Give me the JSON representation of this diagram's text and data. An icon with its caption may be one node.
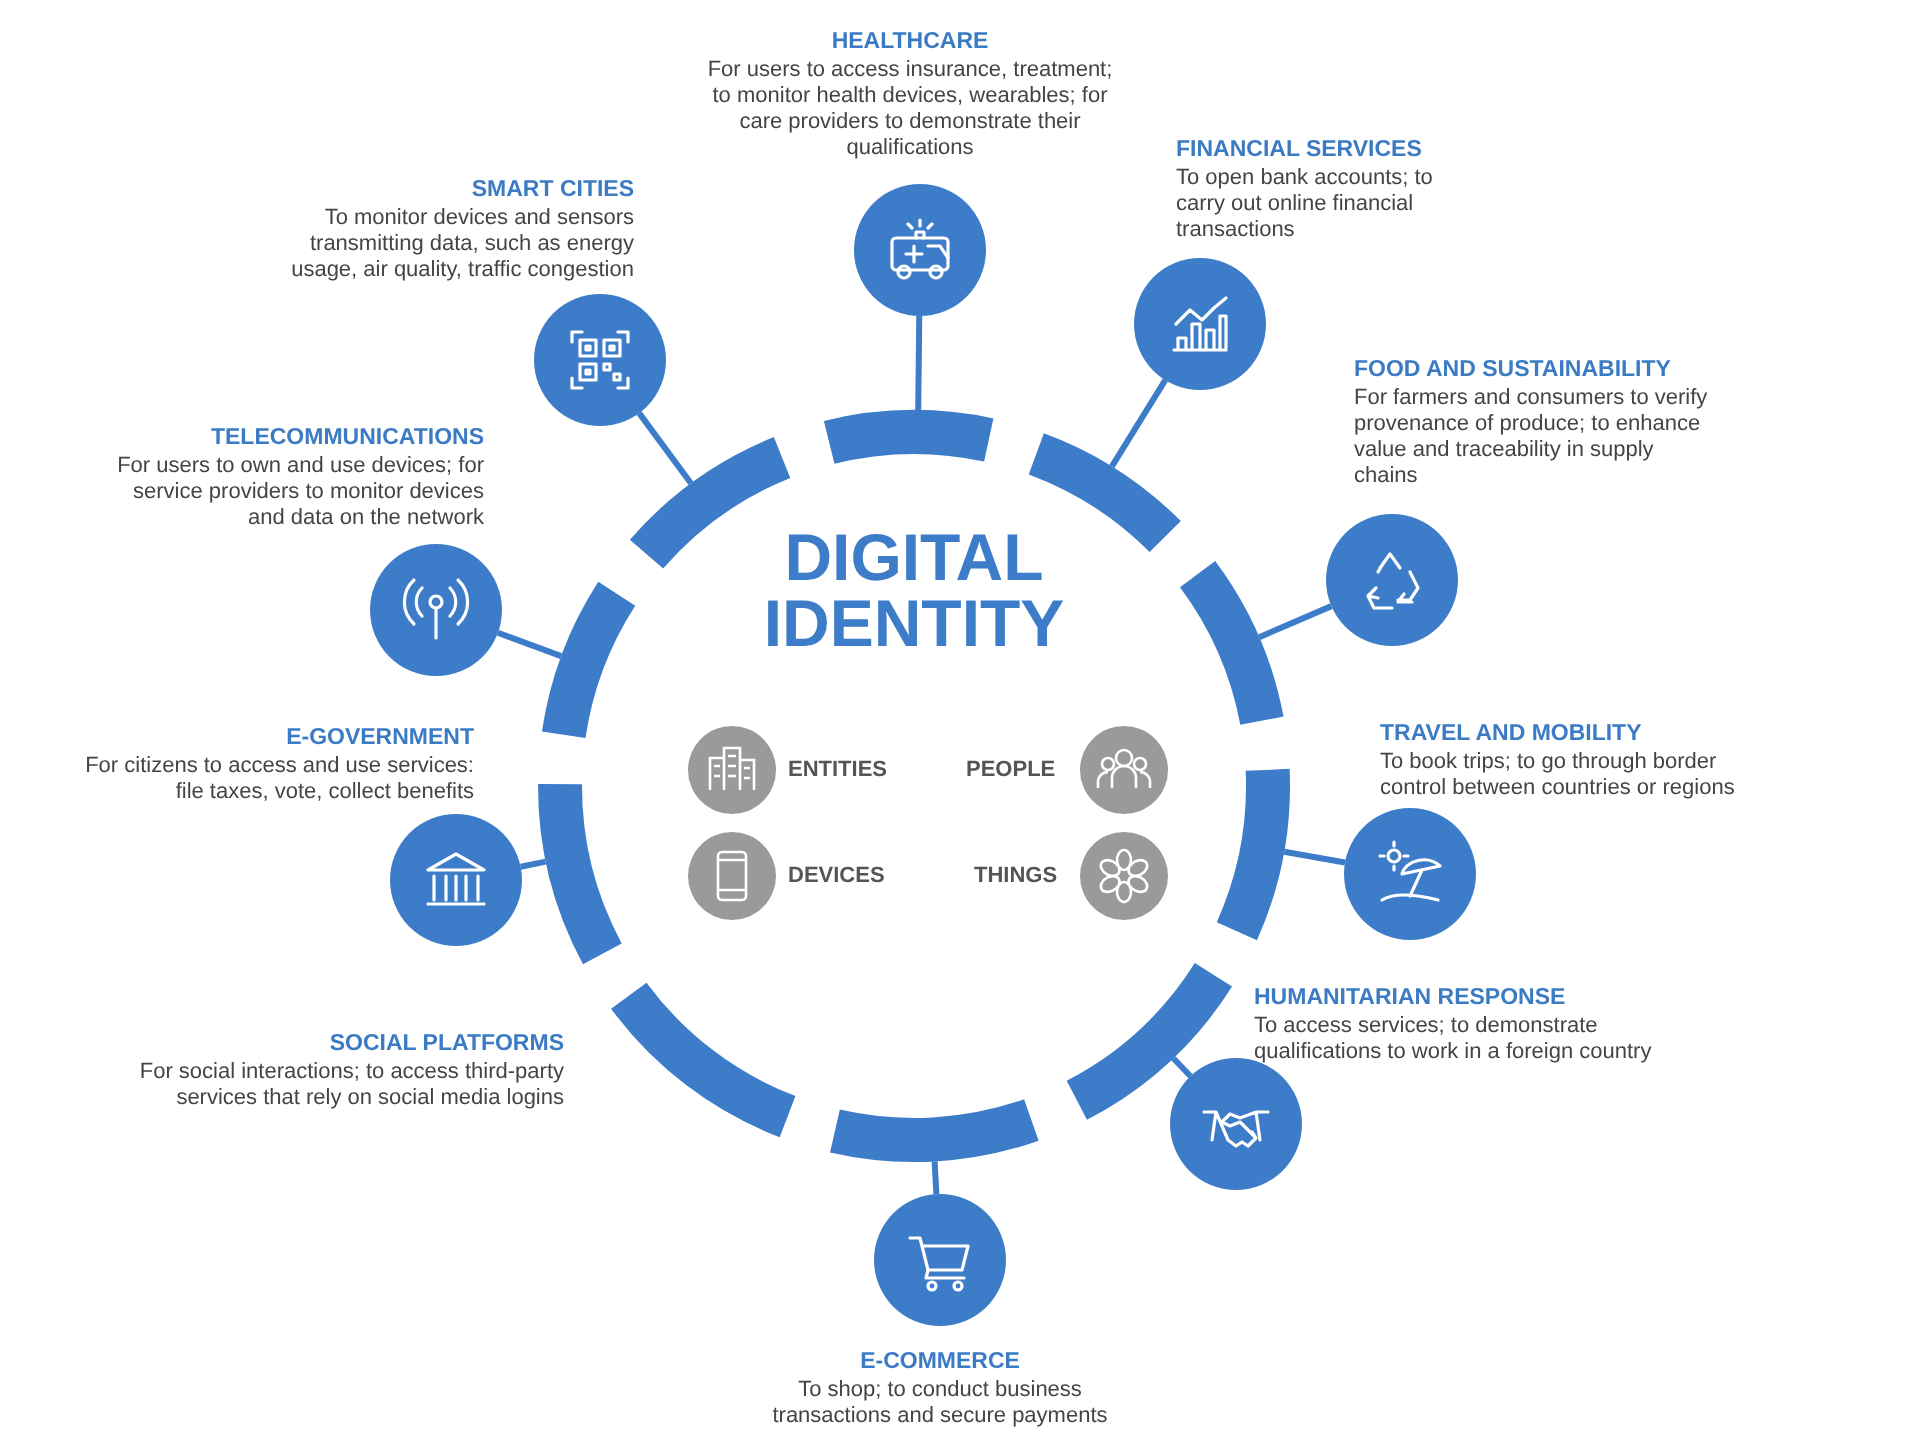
{
  "diagram": {
    "nodes": [
      {
        "text": [
          "DIGITAL IDENTITY"
        ]
      },
      {
        "text": [],
        "shape": "circle",
        "beside": [
          "HEALTHCARE",
          "For users to access insurance, treatment; to monitor health devices, wearables; for care providers to demonstrate their qualifications"
        ]
      },
      {
        "text": [],
        "shape": "circle",
        "beside": [
          "FINANCIAL SERVICES",
          "To open bank accounts; to carry out online financial transactions"
        ]
      },
      {
        "text": [],
        "shape": "circle",
        "beside": [
          "FOOD AND SUSTAINABILITY",
          "For farmers and consumers to verify provenance of produce; to enhance value and traceability in supply chains"
        ]
      },
      {
        "text": [],
        "shape": "circle",
        "beside": [
          "TRAVEL AND MOBILITY",
          "To book trips; to go through border control between countries or regions"
        ]
      },
      {
        "text": [],
        "shape": "circle",
        "beside": [
          "HUMANITARIAN RESPONSE",
          "To access services; to demonstrate qualifications to work in a foreign country"
        ]
      },
      {
        "text": [],
        "shape": "circle",
        "beside": [
          "E-COMMERCE",
          "To shop; to conduct business transactions and secure payments"
        ]
      },
      {
        "text": [],
        "shape": "circle",
        "beside": [
          "E-GOVERNMENT",
          "For citizens to access and use services: file taxes, vote, collect benefits"
        ]
      },
      {
        "text": [],
        "shape": "circle",
        "beside": [
          "TELECOMMUNICATIONS",
          "For users to own and use devices; for service providers to monitor devices and data on the network"
        ]
      },
      {
        "text": [],
        "shape": "circle",
        "beside": [
          "SMART CITIES",
          "To monitor devices and sensors transmitting data, such as energy usage, air quality, traffic congestion"
        ]
      },
      {
        "text": [],
        "shape": "bar"
      },
      {
        "text": [],
        "shape": "bar"
      },
      {
        "text": [],
        "shape": "bar"
      },
      {
        "text": [],
        "shape": "bar"
      },
      {
        "text": [],
        "shape": "bar"
      },
      {
        "text": [],
        "shape": "bar"
      },
      {
        "text": [],
        "shape": "bar"
      },
      {
        "text": [],
        "shape": "bar"
      },
      {
        "text": [],
        "shape": "bar"
      },
      {
        "text": [],
        "shape": "bar"
      }
    ],
    "edges": [
      {
        "from": 1,
        "to": 10,
        "arrow": "none"
      },
      {
        "from": 2,
        "to": 11,
        "arrow": "none"
      },
      {
        "from": 3,
        "to": 12,
        "arrow": "none"
      },
      {
        "from": 4,
        "to": 13,
        "arrow": "none"
      },
      {
        "from": 5,
        "to": 14,
        "arrow": "none"
      },
      {
        "from": 6,
        "to": 15,
        "arrow": "none"
      },
      {
        "from": 7,
        "to": 17,
        "arrow": "none"
      },
      {
        "from": 8,
        "to": 18,
        "arrow": "none"
      },
      {
        "from": 9,
        "to": 19,
        "arrow": "none"
      }
    ],
    "labels": [
      "SOCIAL PLATFORMS",
      "For social interactions; to access third-party services that rely on social media logins",
      "ENTITIES",
      "PEOPLE",
      "DEVICES",
      "THINGS"
    ]
  }
}
